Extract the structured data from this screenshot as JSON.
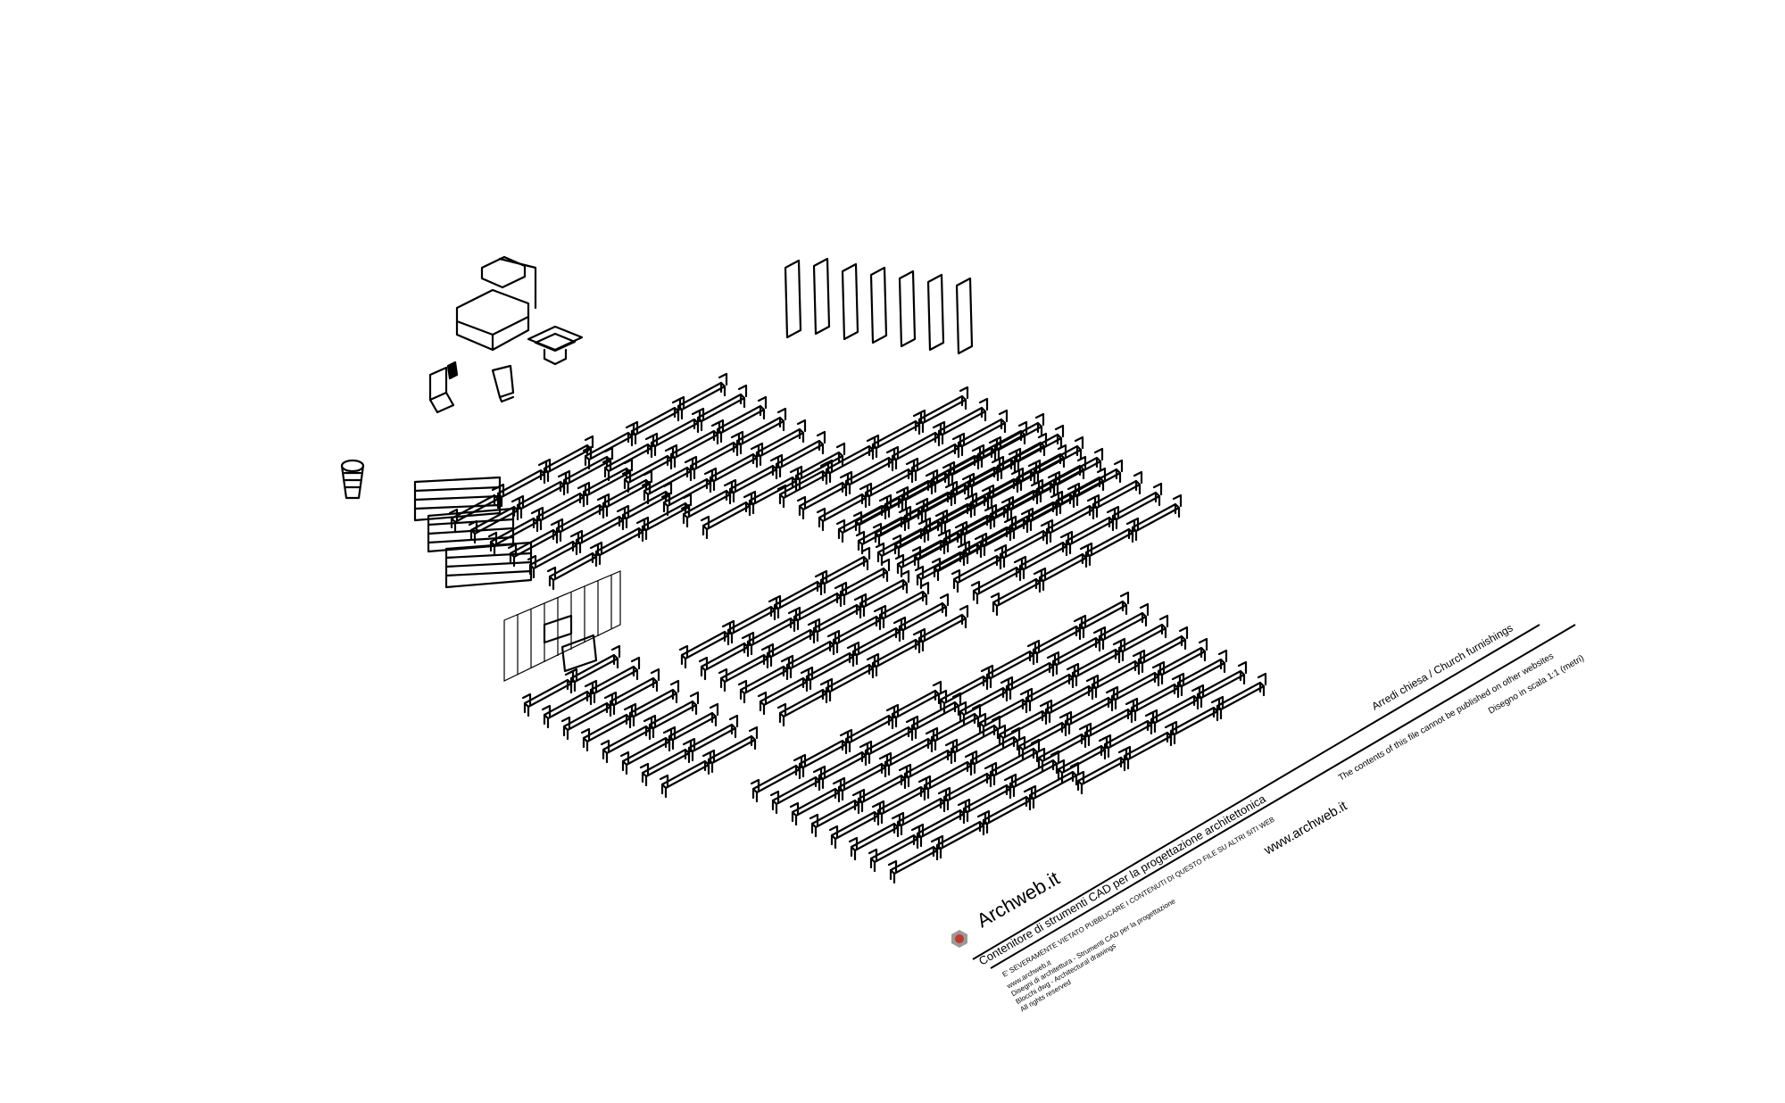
{
  "drawing": {
    "groups": [
      {
        "name": "pew-block-top-left",
        "rows": 6,
        "cols": 3
      },
      {
        "name": "pew-block-top-middle",
        "rows": 7,
        "cols": 3
      },
      {
        "name": "pew-block-top-right",
        "rows": 8,
        "cols": 4
      },
      {
        "name": "pew-block-mid-left",
        "rows": 6,
        "cols": 4
      },
      {
        "name": "pew-block-mid-center",
        "rows": 8,
        "cols": 4
      },
      {
        "name": "pew-block-bottom-left",
        "rows": 8,
        "cols": 2
      },
      {
        "name": "pew-block-bottom-center",
        "rows": 8,
        "cols": 4
      },
      {
        "name": "pew-block-bottom-right",
        "rows": 8,
        "cols": 4
      }
    ],
    "accent_color": "#c0392b"
  },
  "title_block": {
    "logo_text": "Archweb.it",
    "tagline": "Contenitore di strumenti CAD per la progettazione architettonica",
    "warning": "E' SEVERAMENTE VIETATO PUBBLICARE I CONTENUTI DI QUESTO FILE SU ALTRI SITI WEB",
    "notes": [
      "www.archweb.it",
      "Disegni di architettura - Strumenti CAD  per la progettazione",
      "Blocchi dwg - Architectural drawings",
      "All rights reserved"
    ],
    "website": "www.archweb.it",
    "subject": "Arredi chiesa  /  Church furnishings",
    "copyright_en": "The contents of this file cannot be published on other websites",
    "scale": "Disegno in scala 1:1 (metri)"
  }
}
